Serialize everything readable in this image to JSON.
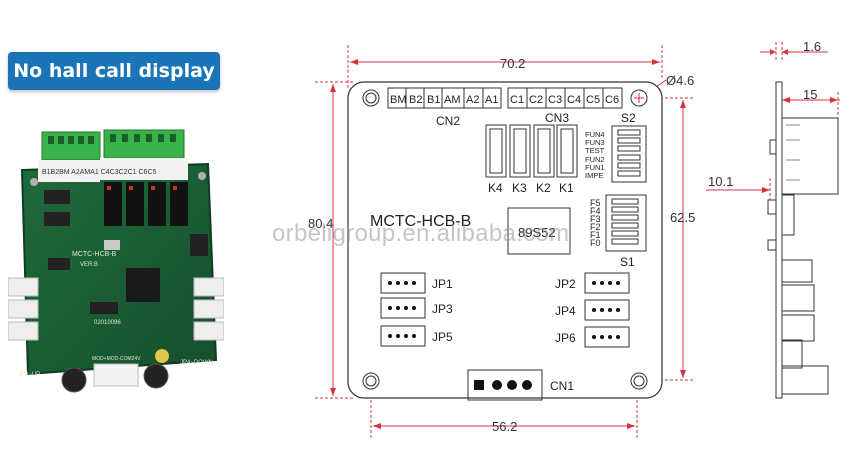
{
  "badge": {
    "text": "No hall call display"
  },
  "watermark": "orbeligroup.en.alibaba.com",
  "photo": {
    "silk_top": "B1B2BM A2AMA1 C4C3C2C1 C6C5",
    "silk_model": "MCTC-HCB-B",
    "silk_ver": "VER:B",
    "silk_date": "02010096",
    "silk_left": "JP3~UP",
    "silk_right": "JP4~DOWN",
    "silk_bottom": "MOD+MOD-COM24V"
  },
  "diagram": {
    "board_name": "MCTC-HCB-B",
    "chip": "89S52",
    "dims": {
      "width": "70.2",
      "height": "80.4",
      "hole_pitch_v": "62.5",
      "hole_pitch_h": "56.2",
      "hole_dia": "Ø4.6"
    },
    "cn2_label": "CN2",
    "cn3_label": "CN3",
    "cn1_label": "CN1",
    "s1_label": "S1",
    "s2_label": "S2",
    "cn2_pins": [
      "BM",
      "B2",
      "B1",
      "AM",
      "A2",
      "A1"
    ],
    "cn3_pins": [
      "C1",
      "C2",
      "C3",
      "C4",
      "C5",
      "C6"
    ],
    "relays": [
      "K4",
      "K3",
      "K2",
      "K1"
    ],
    "s2_labels": [
      "FUN4",
      "FUN3",
      "TEST",
      "FUN2",
      "FUN1",
      "IMPE"
    ],
    "s1_labels": [
      "F5",
      "F4",
      "F3",
      "F2",
      "F1",
      "F0"
    ],
    "jumpers": {
      "jp1": "JP1",
      "jp2": "JP2",
      "jp3": "JP3",
      "jp4": "JP4",
      "jp5": "JP5",
      "jp6": "JP6"
    }
  },
  "side": {
    "d1": "1.6",
    "d2": "15",
    "d3": "10.1"
  }
}
